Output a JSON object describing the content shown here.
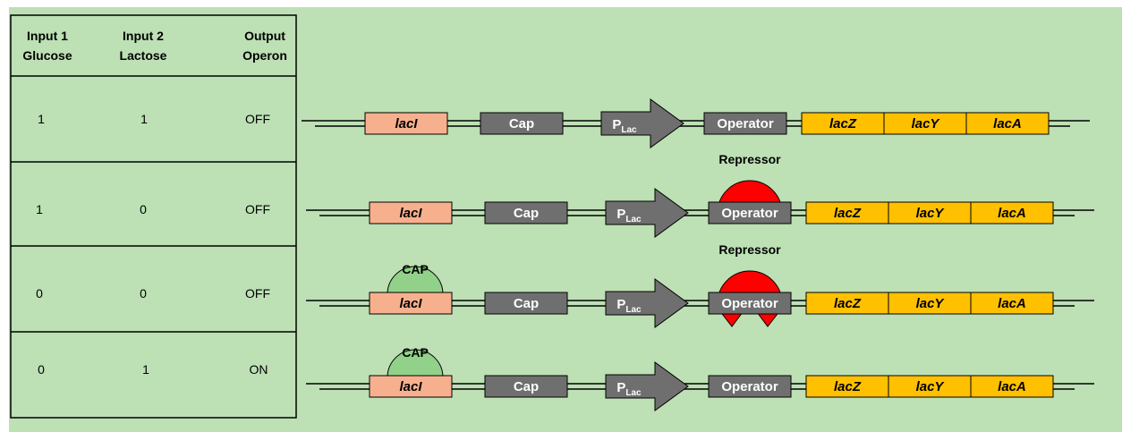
{
  "colors": {
    "background": "#bde0b5",
    "laci": "#f7b08e",
    "gray_box": "#6f6f6f",
    "lac_genes": "#ffc000",
    "repressor": "#ff0000",
    "cap_protein": "#92d18a"
  },
  "table": {
    "headers": [
      {
        "line1": "Input 1",
        "line2": "Glucose"
      },
      {
        "line1": "Input 2",
        "line2": "Lactose"
      },
      {
        "line1": "Output",
        "line2": "Operon"
      }
    ],
    "rows": [
      {
        "glucose": "1",
        "lactose": "1",
        "output": "OFF"
      },
      {
        "glucose": "1",
        "lactose": "0",
        "output": "OFF"
      },
      {
        "glucose": "0",
        "lactose": "0",
        "output": "OFF"
      },
      {
        "glucose": "0",
        "lactose": "1",
        "output": "ON"
      }
    ]
  },
  "labels": {
    "laci": "lacI",
    "cap": "Cap",
    "promoter_main": "P",
    "promoter_sub": "Lac",
    "operator": "Operator",
    "lacz": "lacZ",
    "lacy": "lacY",
    "laca": "lacA",
    "repressor": "Repressor",
    "cap_protein": "CAP"
  },
  "diagram_rows": [
    {
      "cap_bound": false,
      "repressor_bound": false,
      "repressor_lobes": false
    },
    {
      "cap_bound": false,
      "repressor_bound": true,
      "repressor_lobes": false
    },
    {
      "cap_bound": true,
      "repressor_bound": true,
      "repressor_lobes": true
    },
    {
      "cap_bound": true,
      "repressor_bound": false,
      "repressor_lobes": false
    }
  ]
}
